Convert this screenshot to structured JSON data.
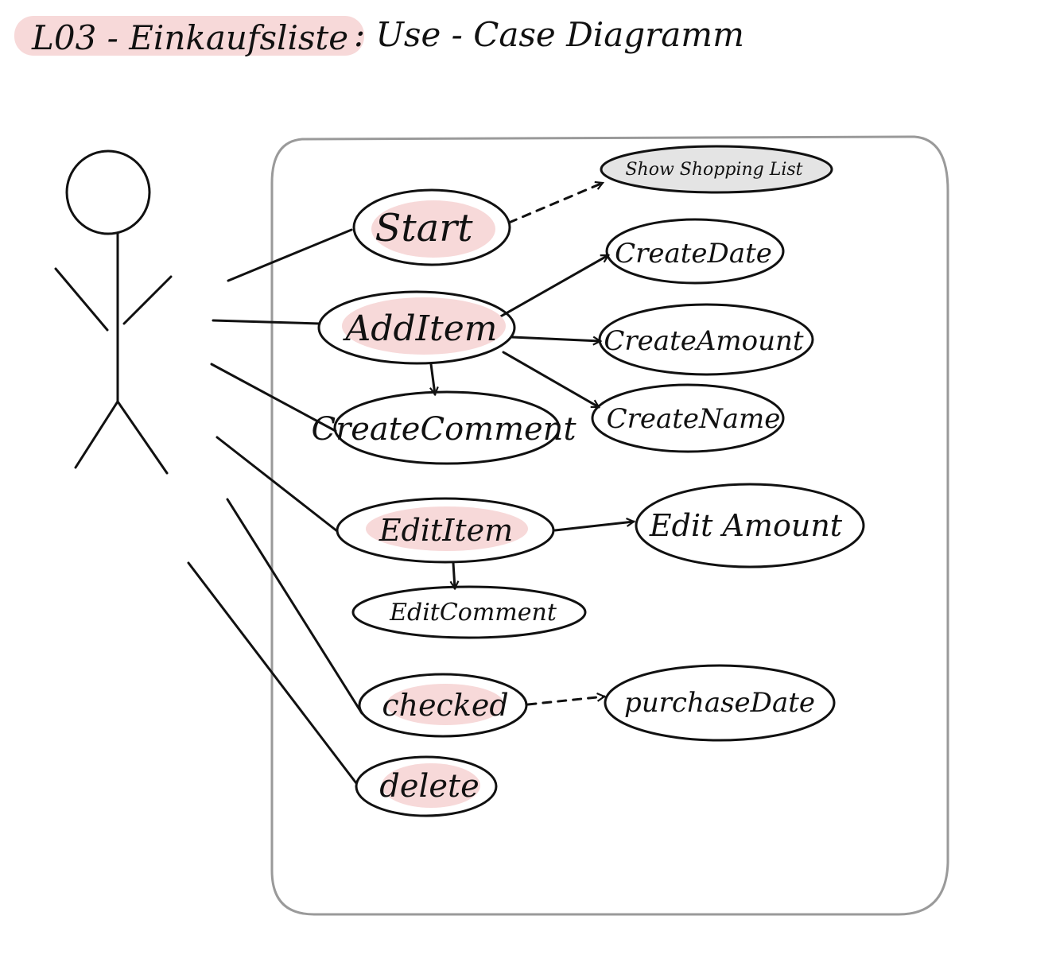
{
  "title": {
    "highlighted": "L03 - Einkaufsliste",
    "rest": ": Use - Case Diagramm"
  },
  "use_cases": {
    "start": "Start",
    "show_shopping_list": "Show Shopping List",
    "add_item": "AddItem",
    "create_date": "CreateDate",
    "create_amount": "CreateAmount",
    "create_name": "CreateName",
    "create_comment": "CreateComment",
    "edit_item": "EditItem",
    "edit_amount": "Edit Amount",
    "edit_comment": "EditComment",
    "checked": "checked",
    "purchase_date": "purchaseDate",
    "delete": "delete"
  },
  "colors": {
    "highlight": "#f7d9d9",
    "ink": "#111111",
    "boundary": "#9a9a9a",
    "grey_fill": "#e4e4e4"
  }
}
